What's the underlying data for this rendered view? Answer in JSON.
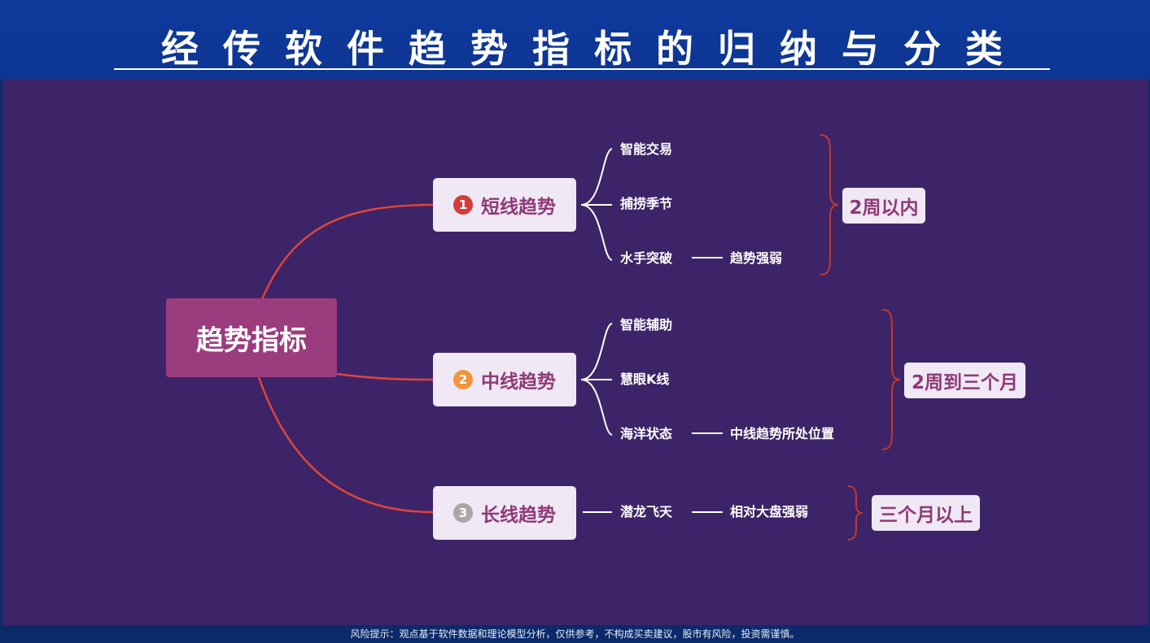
{
  "header": {
    "title": "经传软件趋势指标的归纳与分类"
  },
  "mindmap": {
    "root": "趋势指标",
    "branches": [
      {
        "number": "1",
        "label": "短线趋势",
        "badge_color": "#d63b3b",
        "items": [
          {
            "label": "智能交易",
            "note": ""
          },
          {
            "label": "捕捞季节",
            "note": ""
          },
          {
            "label": "水手突破",
            "note": "趋势强弱"
          }
        ],
        "range": "2周以内"
      },
      {
        "number": "2",
        "label": "中线趋势",
        "badge_color": "#f0953a",
        "items": [
          {
            "label": "智能辅助",
            "note": ""
          },
          {
            "label": "慧眼K线",
            "note": ""
          },
          {
            "label": "海洋状态",
            "note": "中线趋势所处位置"
          }
        ],
        "range": "2周到三个月"
      },
      {
        "number": "3",
        "label": "长线趋势",
        "badge_color": "#a8a8a8",
        "items": [
          {
            "label": "潜龙飞天",
            "note": "相对大盘强弱"
          }
        ],
        "range": "三个月以上"
      }
    ]
  },
  "footer": {
    "disclaimer": "风险提示：观点基于软件数据和理论模型分析，仅供参考，不构成买卖建议，股市有风险，投资需谨慎。"
  },
  "colors": {
    "header_bg": "#0f3a9c",
    "canvas_bg": "#3d2468",
    "root_bg": "#9b3c7f",
    "node_bg": "#f0e8f4",
    "node_text": "#8f3a78",
    "link_main": "#e0453a",
    "brace": "#c0392b"
  }
}
